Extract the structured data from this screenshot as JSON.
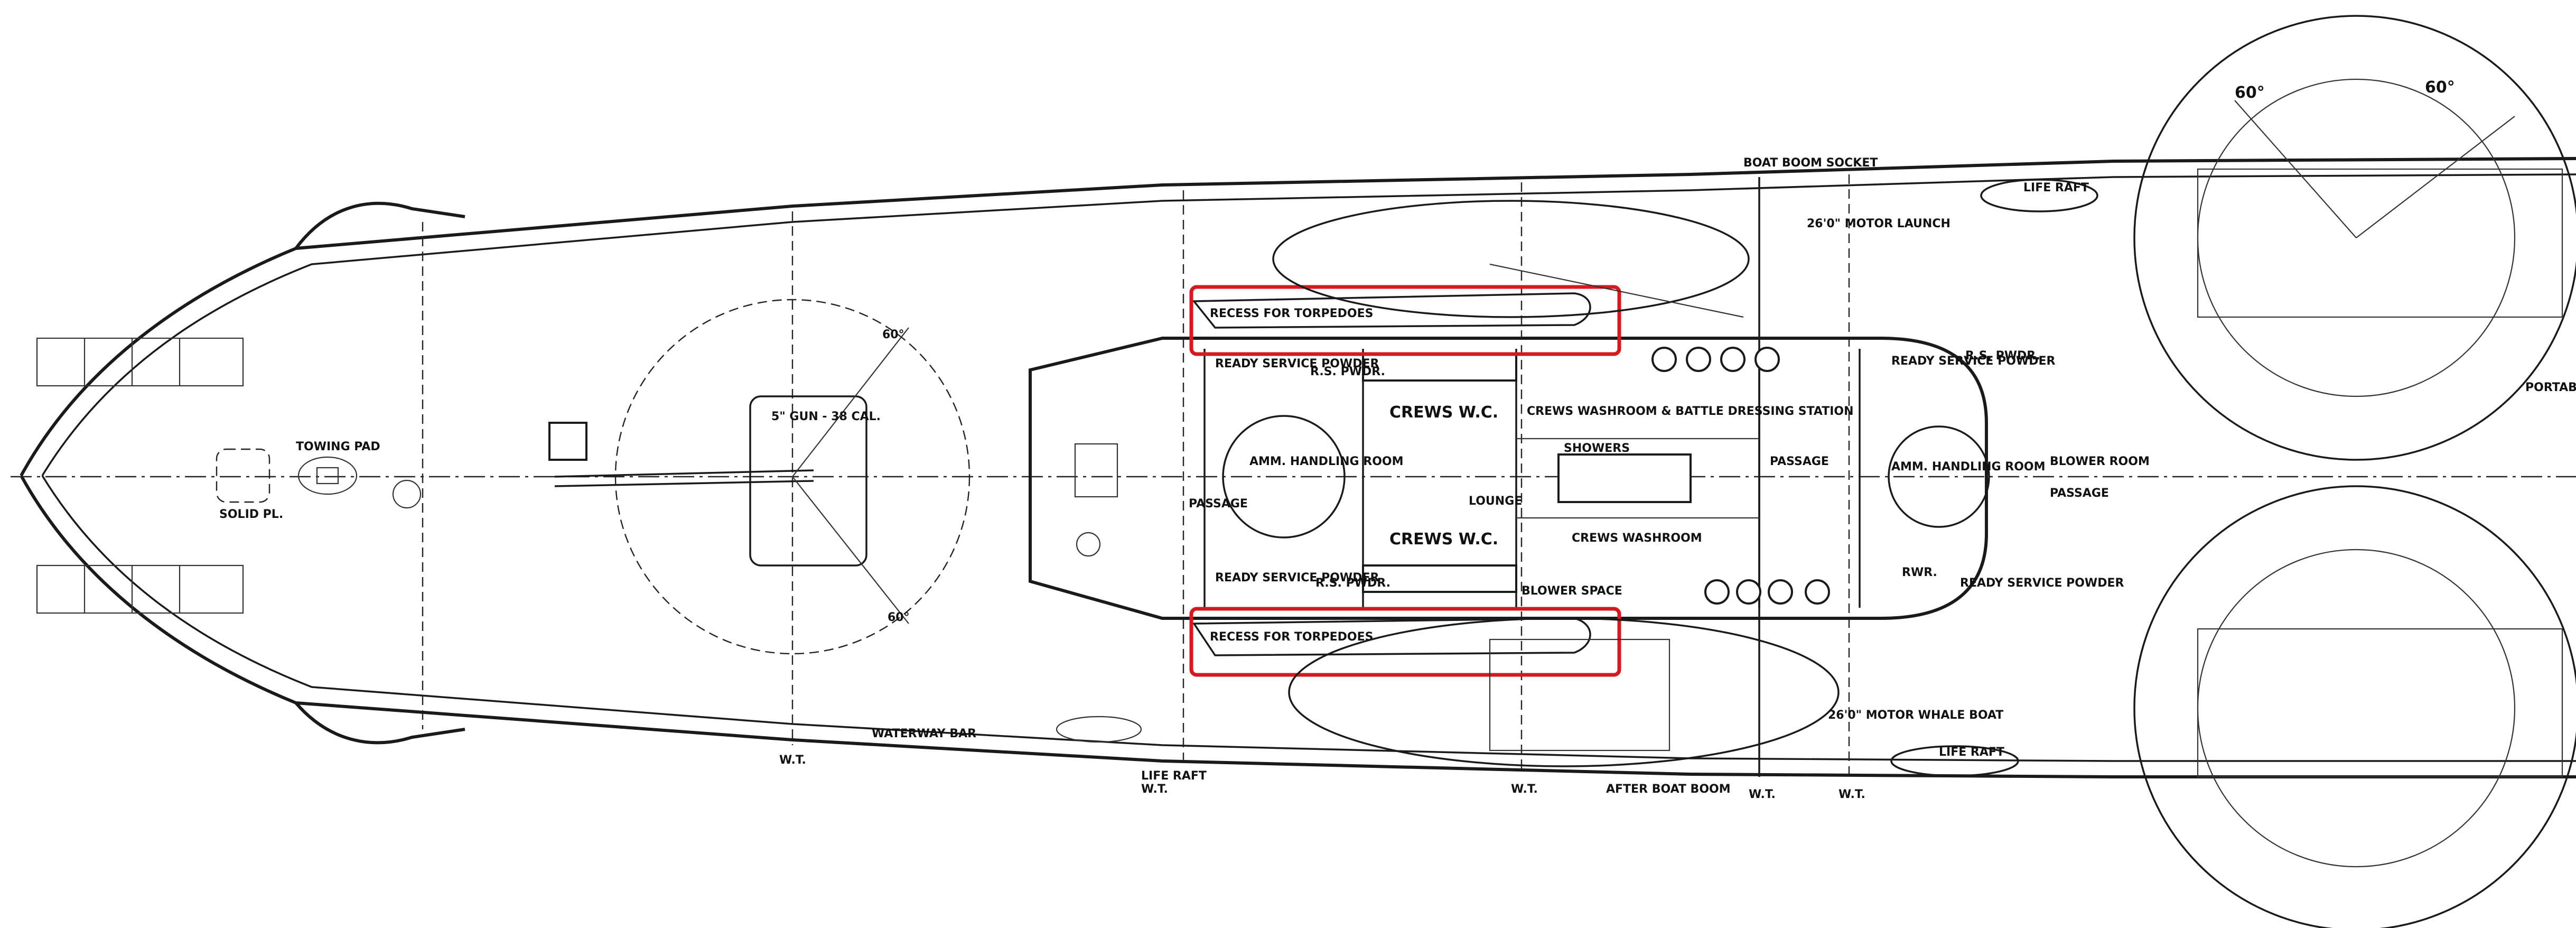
{
  "labels": {
    "ready_service_powder_top": "READY SERVICE POWDER",
    "ready_service_powder_bottom": "READY SERVICE POWDER",
    "ready_service_powder_aft_top": "READY SERVICE POWDER",
    "ready_service_powder_aft_bottom": "READY SERVICE POWDER",
    "amm_handling_fwd": "AMM. HANDLING ROOM",
    "amm_handling_aft": "AMM. HANDLING ROOM",
    "crews_wc_top": "CREWS W.C.",
    "crews_wc_bottom": "CREWS W.C.",
    "crews_washroom_battle": "CREWS WASHROOM & BATTLE DRESSING STATION",
    "showers": "SHOWERS",
    "crews_washroom": "CREWS WASHROOM",
    "blower_space": "BLOWER SPACE",
    "blower_room": "BLOWER ROOM",
    "passage_aft": "PASSAGE",
    "passage_fwd": "PASSAGE",
    "passage_mid": "PASSAGE",
    "recess_torpedoes_top": "RECESS FOR TORPEDOES",
    "recess_torpedoes_bottom": "RECESS FOR TORPEDOES",
    "gun_5in": "5\" GUN - 38 CAL.",
    "motor_launch": "26'0\" MOTOR LAUNCH",
    "motor_whale_boat": "26'0\" MOTOR WHALE BOAT",
    "after_boat_boom": "AFTER BOAT BOOM",
    "boat_boom_socket": "BOAT BOOM SOCKET",
    "life_raft_top": "LIFE RAFT",
    "life_raft_bottom": "LIFE RAFT",
    "life_raft_fwd": "LIFE RAFT",
    "waterway_bar": "WATERWAY BAR",
    "wt_1": "W.T.",
    "wt_2": "W.T.",
    "wt_3": "W.T.",
    "wt_4": "W.T.",
    "wt_5": "W.T.",
    "angle_60_a": "60°",
    "angle_60_b": "60°",
    "angle_60_c": "60°",
    "angle_60_d": "60°",
    "towing_pad": "TOWING PAD",
    "solid_pl": "SOLID PL.",
    "rs_pwdr_top": "R.S. PWDR.",
    "rs_pwdr_bottom": "R.S. PWDR.",
    "rs_pwdr_aft": "R.S. PWDR.",
    "side_note": "PORTABLE SEARCHLIGHT OVER",
    "rwr": "RWR.",
    "lounge": "LOUNGE"
  },
  "colors": {
    "ink": "#1a1a1a",
    "highlight": "#d7191f",
    "paper": "#ffffff"
  }
}
